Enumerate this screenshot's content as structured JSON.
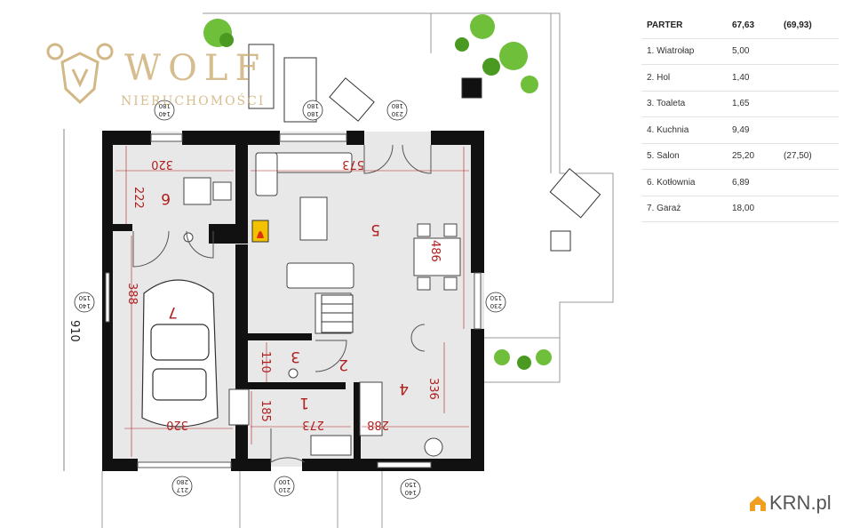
{
  "table": {
    "header": {
      "label": "PARTER",
      "area": "67,63",
      "alt": "(69,93)"
    },
    "rows": [
      {
        "label": "1. Wiatrołap",
        "area": "5,00",
        "alt": ""
      },
      {
        "label": "2. Hol",
        "area": "1,40",
        "alt": ""
      },
      {
        "label": "3. Toaleta",
        "area": "1,65",
        "alt": ""
      },
      {
        "label": "4. Kuchnia",
        "area": "9,49",
        "alt": ""
      },
      {
        "label": "5. Salon",
        "area": "25,20",
        "alt": "(27,50)"
      },
      {
        "label": "6. Kotłownia",
        "area": "6,89",
        "alt": ""
      },
      {
        "label": "7. Garaż",
        "area": "18,00",
        "alt": ""
      }
    ]
  },
  "logo": {
    "name": "WOLF",
    "sub": "NIERUCHOMOŚCI"
  },
  "watermark": "KRN.pl",
  "plan": {
    "rooms": [
      "1",
      "2",
      "3",
      "4",
      "5",
      "6",
      "7"
    ],
    "dims": {
      "d320top": "320",
      "d573": "573",
      "d222": "222",
      "d486": "486",
      "d388": "388",
      "d110": "110",
      "d185": "185",
      "d273": "273",
      "d288": "288",
      "d336": "336",
      "d320car": "320",
      "d910": "910"
    },
    "windows": {
      "w1a": "180",
      "w1b": "140",
      "w2a": "180",
      "w2b": "180",
      "w3a": "180",
      "w3b": "230",
      "w4a": "150",
      "w4b": "140",
      "w5a": "150",
      "w5b": "230",
      "w6a": "280",
      "w6b": "217",
      "w7a": "100",
      "w7b": "210",
      "w8a": "150",
      "w8b": "140"
    }
  },
  "colors": {
    "wall": "#111111",
    "floor": "#e8e8e8",
    "dim": "#b01e1e",
    "plant": "#6fbf3a",
    "logo": "#c9a76a"
  }
}
